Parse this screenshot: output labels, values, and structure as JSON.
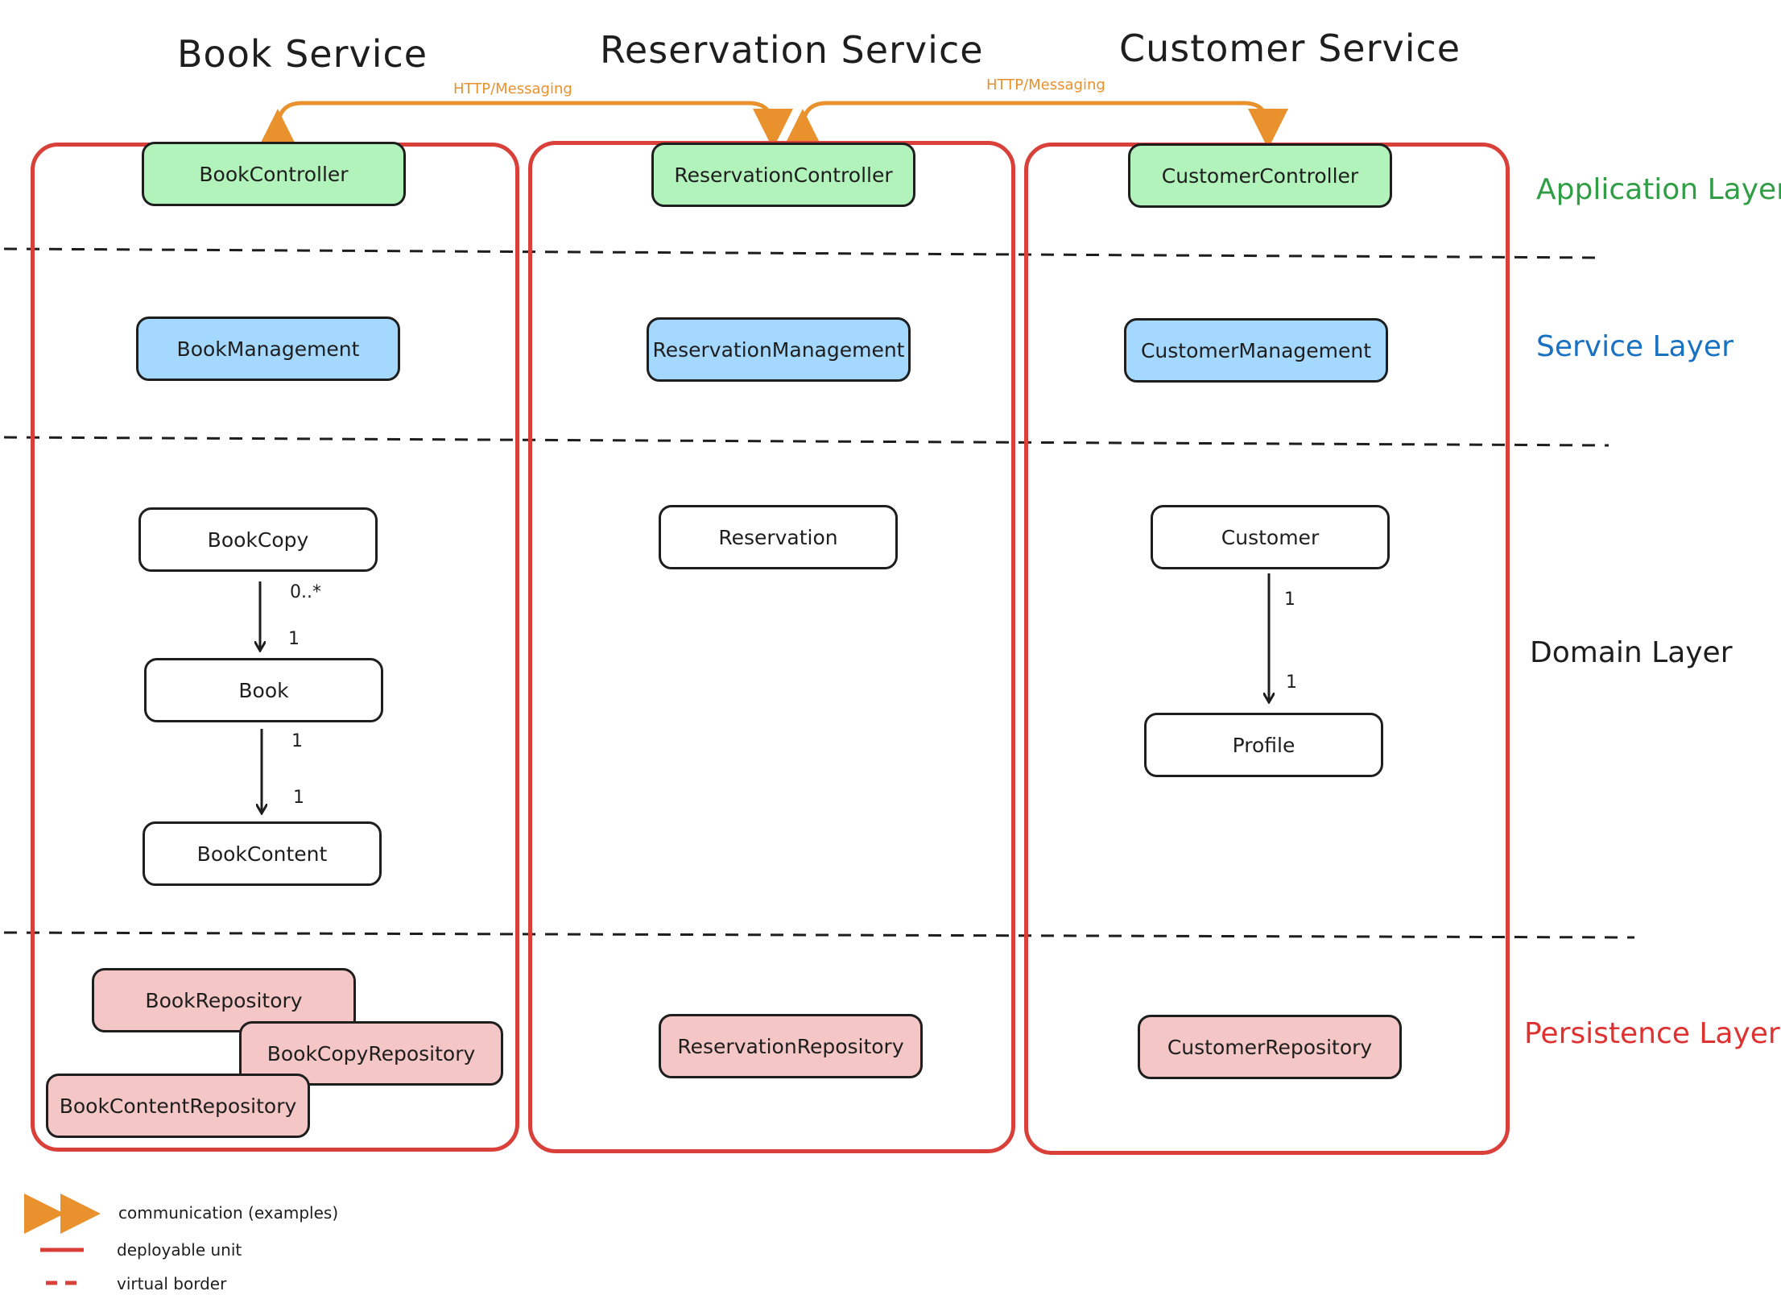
{
  "services": {
    "book": {
      "title": "Book Service"
    },
    "reservation": {
      "title": "Reservation Service"
    },
    "customer": {
      "title": "Customer Service"
    }
  },
  "communication": {
    "left_label": "HTTP/Messaging",
    "right_label": "HTTP/Messaging"
  },
  "layers": {
    "application": {
      "label": "Application Layer",
      "color": "#2f9e44"
    },
    "service": {
      "label": "Service Layer",
      "color": "#1971c2"
    },
    "domain": {
      "label": "Domain Layer",
      "color": "#1e1e1e"
    },
    "persistence": {
      "label": "Persistence Layer",
      "color": "#e03131"
    }
  },
  "boxes": {
    "book_controller": "BookController",
    "reservation_controller": "ReservationController",
    "customer_controller": "CustomerController",
    "book_management": "BookManagement",
    "reservation_management": "ReservationManagement",
    "customer_management": "CustomerManagement",
    "book_copy": "BookCopy",
    "book": "Book",
    "book_content": "BookContent",
    "reservation": "Reservation",
    "customer": "Customer",
    "profile": "Profile",
    "book_repository": "BookRepository",
    "book_copy_repository": "BookCopyRepository",
    "book_content_repository": "BookContentRepository",
    "reservation_repository": "ReservationRepository",
    "customer_repository": "CustomerRepository"
  },
  "multiplicities": {
    "bookcopy_book_from": "0..*",
    "bookcopy_book_to": "1",
    "book_content_from": "1",
    "book_content_to": "1",
    "customer_profile_from": "1",
    "customer_profile_to": "1"
  },
  "legend": {
    "communication": "communication (examples)",
    "deployable": "deployable unit",
    "virtual": "virtual border"
  },
  "colors": {
    "communication": "#e8912d",
    "deployable_unit": "#d9403a",
    "application_fill": "#b2f2bb",
    "service_fill": "#a5d8ff",
    "persistence_fill": "#f5c6c6"
  }
}
